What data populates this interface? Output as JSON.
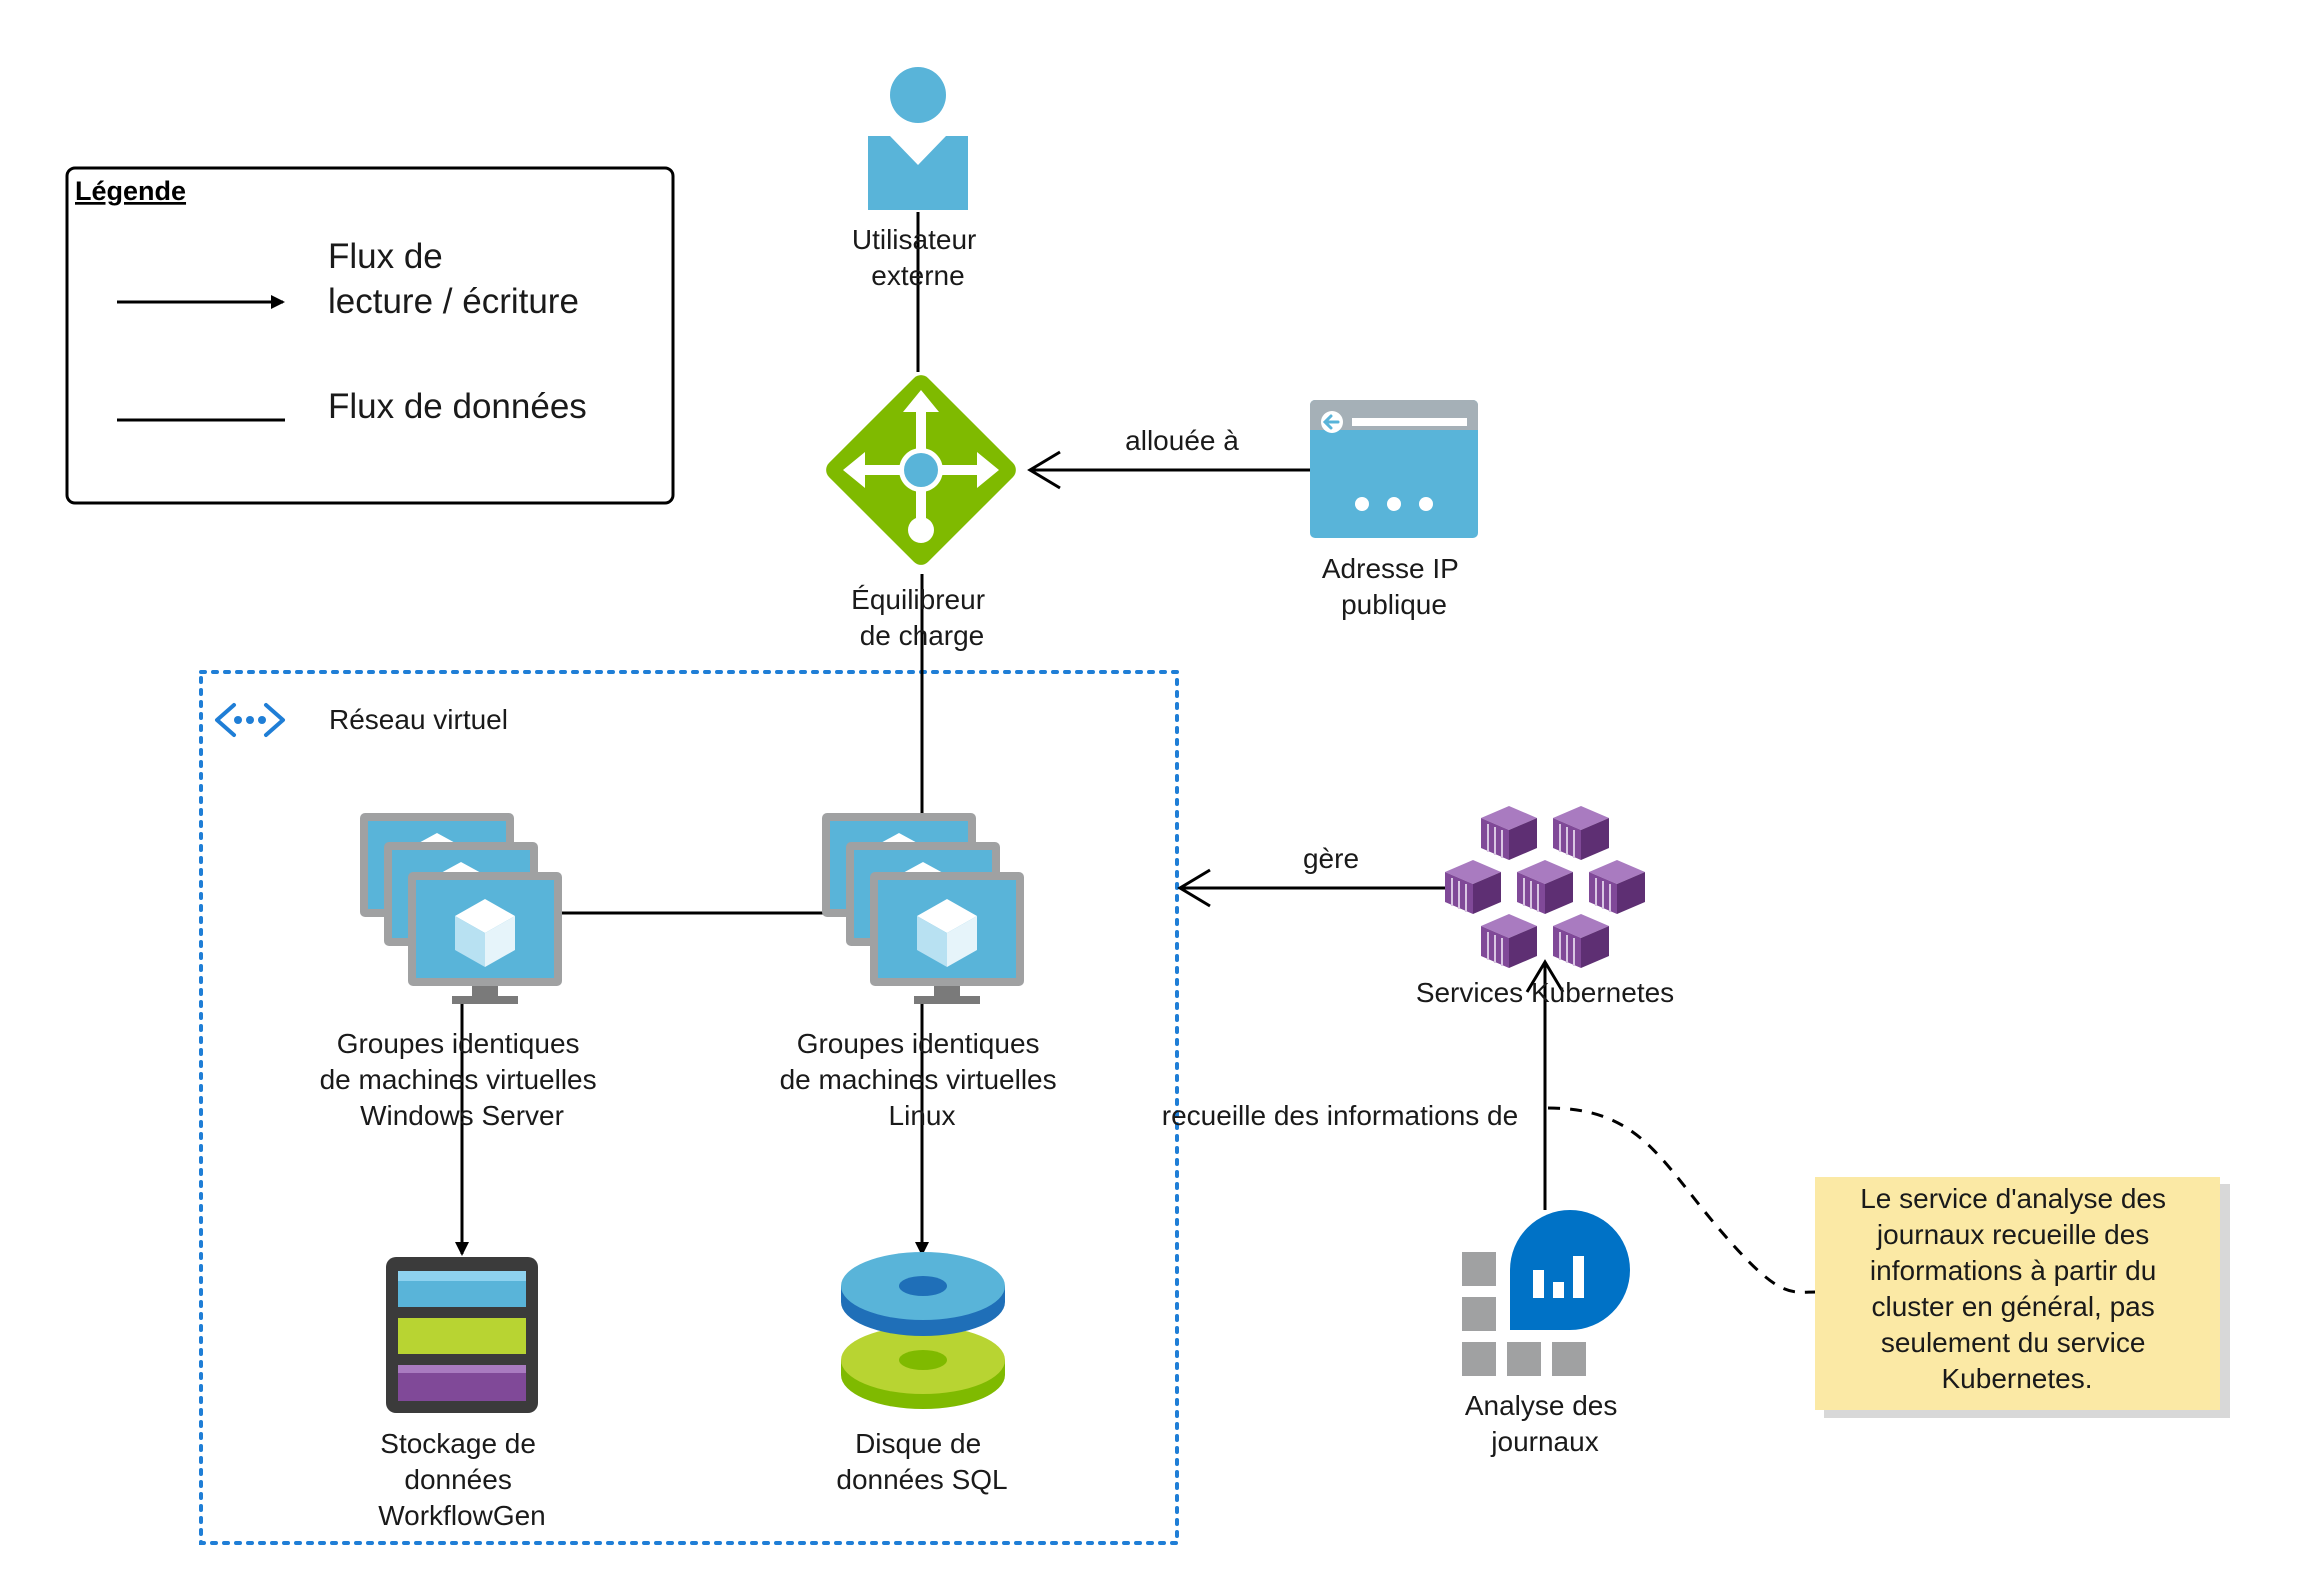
{
  "legend": {
    "title": "Légende",
    "rw_flow_line1": "Flux de",
    "rw_flow_line2": "lecture / écriture",
    "data_flow": "Flux de données"
  },
  "nodes": {
    "external_user": [
      "Utilisateur",
      "externe"
    ],
    "load_balancer": [
      "Équilibreur",
      "de charge"
    ],
    "public_ip": [
      "Adresse IP",
      "publique"
    ],
    "vnet": "Réseau virtuel",
    "vmss_windows": [
      "Groupes identiques",
      "de machines virtuelles",
      "Windows Server"
    ],
    "vmss_linux": [
      "Groupes identiques",
      "de machines virtuelles",
      "Linux"
    ],
    "storage": [
      "Stockage de",
      "données",
      "WorkflowGen"
    ],
    "sql_disk": [
      "Disque de",
      "données SQL"
    ],
    "kubernetes": "Services Kubernetes",
    "log_analytics": [
      "Analyse des",
      "journaux"
    ]
  },
  "edges": {
    "allocated_to": "allouée à",
    "manages": "gère",
    "collects_from": "recueille des informations de"
  },
  "note": [
    "Le service d'analyse des",
    "journaux recueille des",
    "informations à partir du",
    "cluster en général, pas",
    "seulement du service",
    "Kubernetes."
  ],
  "colors": {
    "azure_blue": "#59b4d9",
    "lb_green": "#7fba00",
    "k8s_purple": "#804998",
    "note_yellow": "#fbe9a5",
    "vnet_border": "#1f7ed6",
    "log_blue": "#0072c6"
  }
}
